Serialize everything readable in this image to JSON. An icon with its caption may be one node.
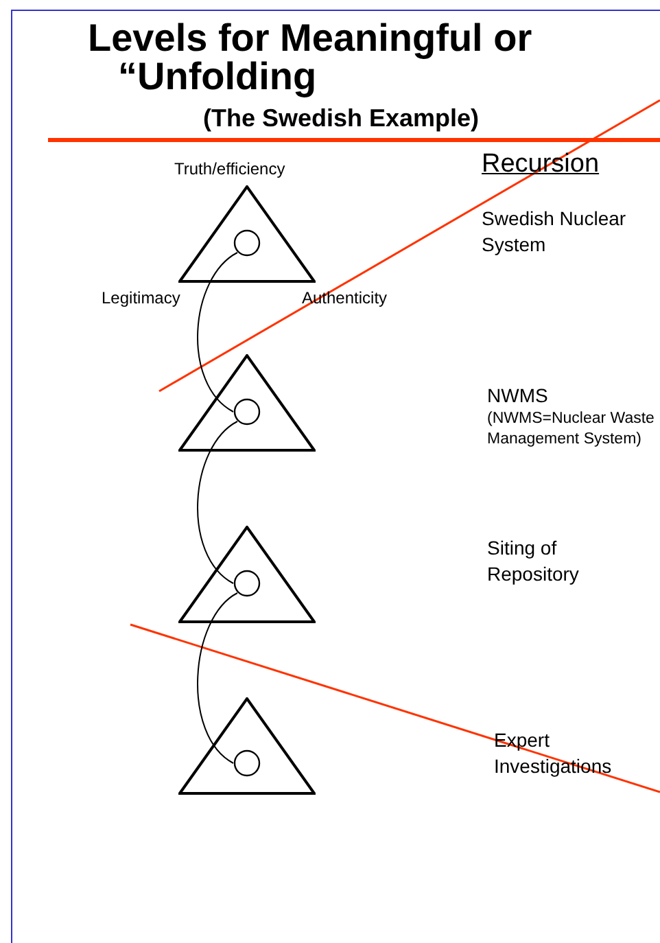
{
  "diagram": {
    "title": "Levels for Meaningful or “Unfolding",
    "nodes": [
      {
        "text": [],
        "shape": "triangle",
        "beside": [
          "Truth/efficiency",
          "Legitimacy",
          "Authenticity"
        ]
      },
      {
        "text": [],
        "shape": "circle",
        "in": 0
      },
      {
        "text": [],
        "shape": "triangle"
      },
      {
        "text": [],
        "shape": "circle",
        "in": 2
      },
      {
        "text": [],
        "shape": "triangle"
      },
      {
        "text": [],
        "shape": "circle",
        "in": 4
      },
      {
        "text": [],
        "shape": "triangle"
      },
      {
        "text": [],
        "shape": "circle",
        "in": 6
      }
    ],
    "edges": [
      {
        "from": 1,
        "to": 3,
        "arrow": "none"
      },
      {
        "from": 3,
        "to": 5,
        "arrow": "none"
      },
      {
        "from": 5,
        "to": 7,
        "arrow": "none"
      }
    ],
    "labels": [
      "(The Swedish Example)",
      "Recursion",
      "Swedish Nuclear System",
      "NWMS",
      "(NWMS=Nuclear Waste Management System)",
      "Siting of Repository",
      "Expert Investigations"
    ]
  }
}
